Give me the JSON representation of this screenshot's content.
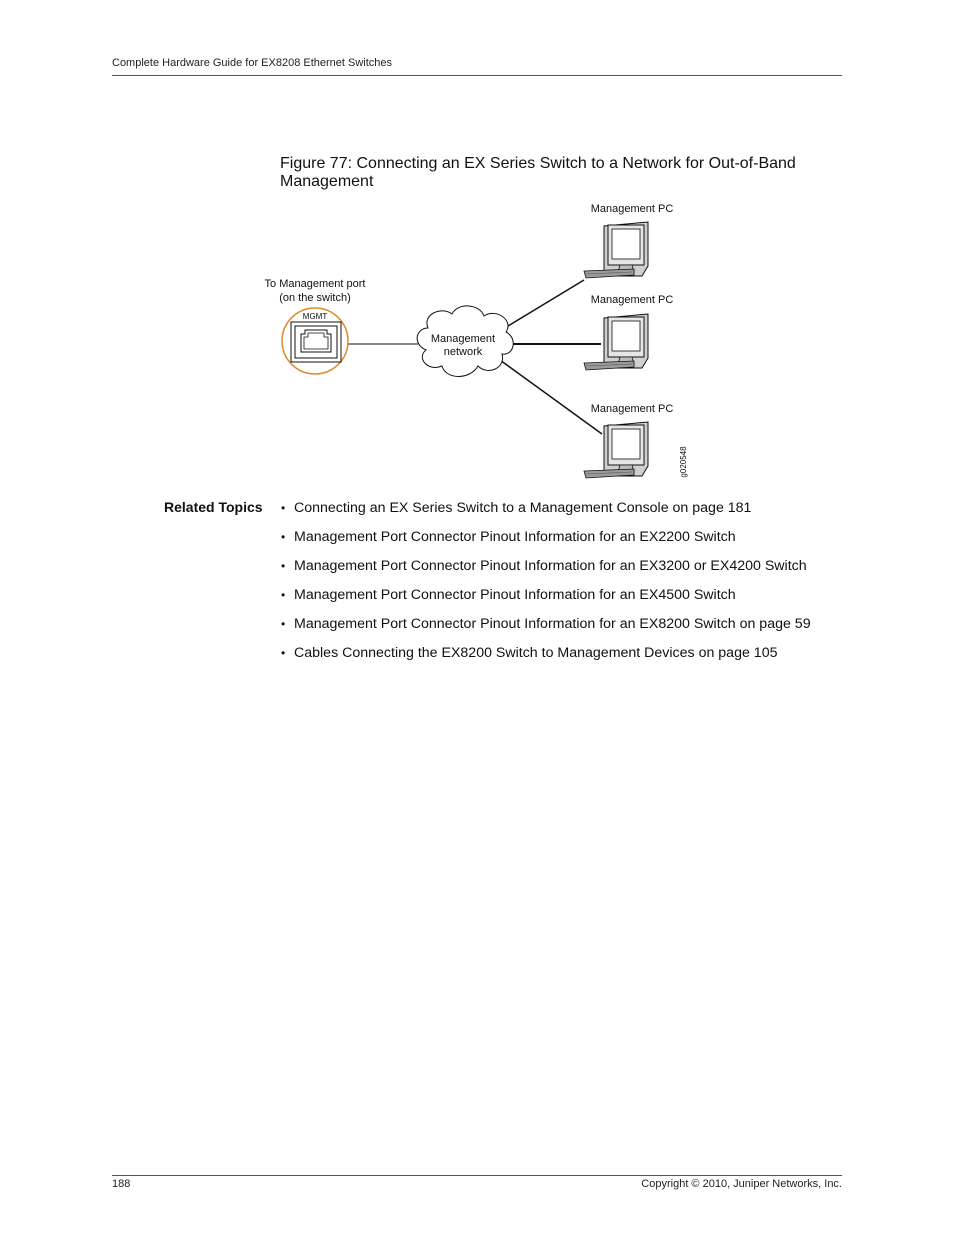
{
  "header": {
    "running_title": "Complete Hardware Guide for EX8208 Ethernet Switches"
  },
  "figure": {
    "title": "Figure 77: Connecting an EX Series Switch to a Network for Out-of-Band Management",
    "port_label_line1": "To Management port",
    "port_label_line2": "(on the switch)",
    "port_text": "MGMT",
    "network_label_line1": "Management",
    "network_label_line2": "network",
    "pc_labels": [
      "Management PC",
      "Management PC",
      "Management PC"
    ],
    "figure_id": "g020548",
    "colors": {
      "port_circle": "#e08a2a",
      "lines": "#111111"
    }
  },
  "related": {
    "heading": "Related Topics",
    "items": [
      "Connecting an EX Series Switch to a Management Console on page 181",
      "Management Port Connector Pinout Information for an EX2200 Switch",
      "Management Port Connector Pinout Information for an EX3200 or EX4200 Switch",
      "Management Port Connector Pinout Information for an EX4500 Switch",
      "Management Port Connector Pinout Information for an EX8200 Switch on page 59",
      "Cables Connecting the EX8200 Switch to Management Devices on page 105"
    ]
  },
  "footer": {
    "page_number": "188",
    "copyright": "Copyright © 2010, Juniper Networks, Inc."
  }
}
